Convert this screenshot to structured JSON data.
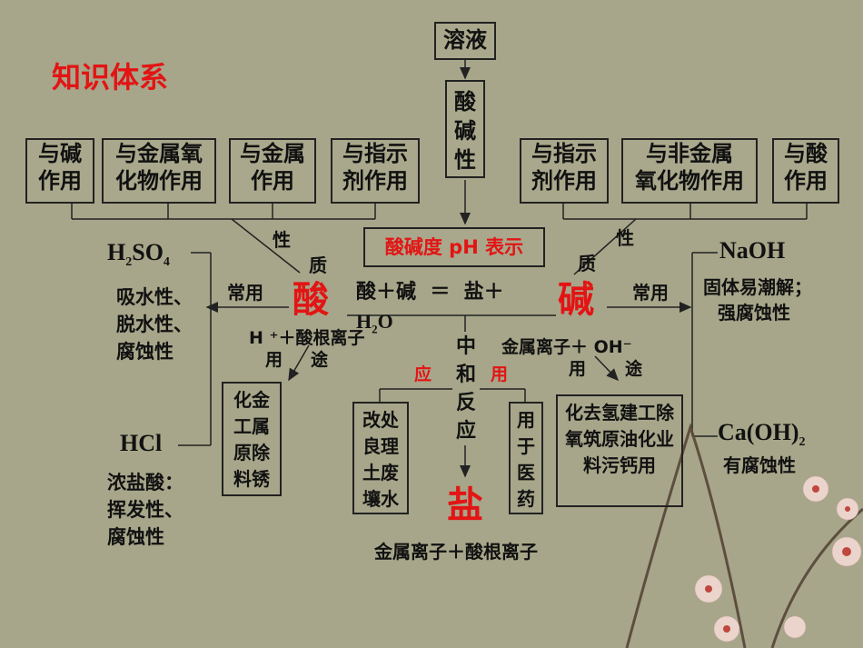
{
  "title": "知识体系",
  "top": {
    "solution": "溶液",
    "acid_base": "酸碱性",
    "ph": "酸碱度 pH 表示"
  },
  "acid": {
    "label": "酸",
    "properties": [
      "与碱\n作用",
      "与金属氧\n化物作用",
      "与金属\n作用",
      "与指示\n剂作用"
    ],
    "property_label": [
      "性",
      "质"
    ],
    "common_label": "常用",
    "use_label": [
      "用",
      "途"
    ],
    "ion_formula": "H ⁺＋酸根离子",
    "uses": "化金工属原除料锈",
    "h2so4": {
      "formula_main": "H",
      "sub1": "2",
      "mid": "SO",
      "sub2": "4",
      "notes": [
        "吸水性、",
        "脱水性、",
        "腐蚀性"
      ]
    },
    "hcl": {
      "formula": "HCl",
      "notes": [
        "浓盐酸：",
        "挥发性、",
        "腐蚀性"
      ]
    }
  },
  "base": {
    "label": "碱",
    "properties": [
      "与指示\n剂作用",
      "与非金属\n氧化物作用",
      "与酸\n作用"
    ],
    "property_label": [
      "性",
      "质"
    ],
    "common_label": "常用",
    "use_label": [
      "用",
      "途"
    ],
    "ion_formula": "金属离子＋ OH⁻",
    "uses": "化去氢建工除氧筑原油化业料污钙用",
    "naoh": {
      "formula": "NaOH",
      "notes": [
        "固体易潮解；",
        "强腐蚀性"
      ]
    },
    "caoh2": {
      "formula": "Ca(OH)",
      "sub": "2",
      "notes": [
        "有腐蚀性"
      ]
    }
  },
  "reaction": {
    "equation_left": "酸＋碱  ＝  盐＋",
    "water_h": "H",
    "water_sub": "2",
    "water_o": "O",
    "neutralization": "中和反应",
    "application": [
      "应",
      "用"
    ],
    "app_left": "改处良理土废壤水",
    "app_right": "用于医药"
  },
  "salt": {
    "label": "盐",
    "composition": "金属离子＋酸根离子"
  },
  "colors": {
    "background": "#a7a68a",
    "accent": "#e31414",
    "line": "#222222"
  }
}
